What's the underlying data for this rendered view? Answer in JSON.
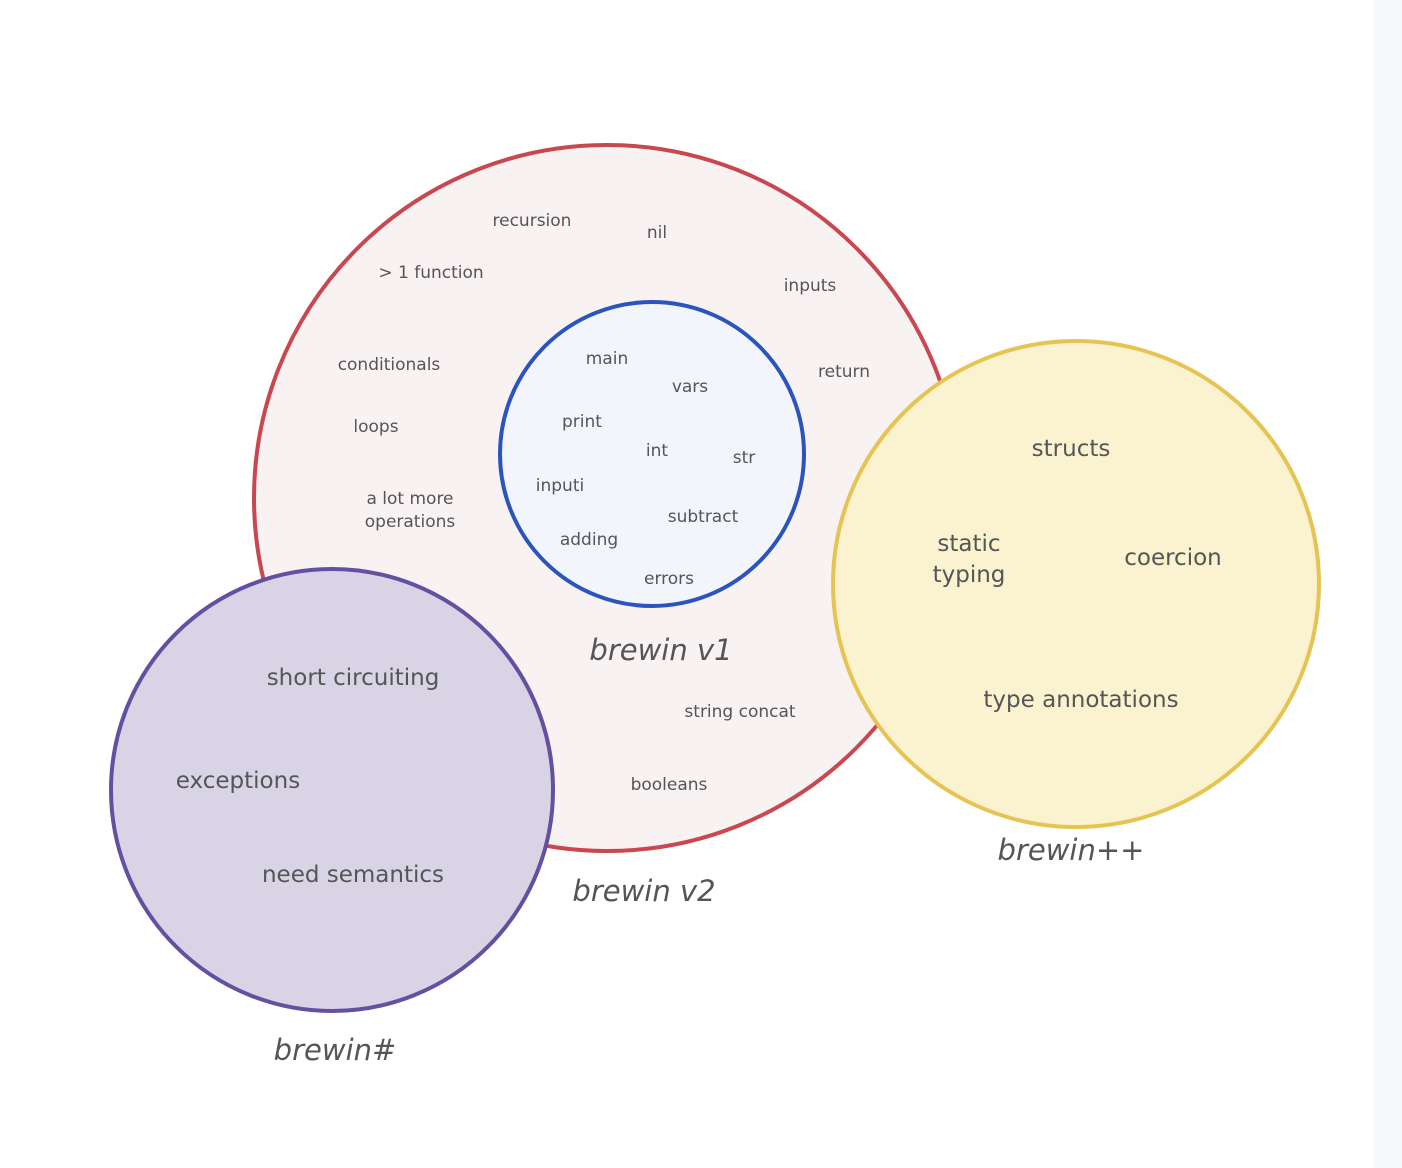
{
  "colors": {
    "v2_stroke": "#c9474f",
    "v2_fill": "#f8f2f3",
    "v1_stroke": "#2b55bd",
    "v1_fill": "#f2f6fc",
    "sharp_stroke": "#6450a0",
    "sharp_fill": "#d8d4e6",
    "pp_stroke": "#e5c453",
    "pp_fill": "#fbf2cf",
    "text": "#555555"
  },
  "sets": {
    "v1": {
      "label": "brewin v1",
      "items": [
        "main",
        "vars",
        "print",
        "int",
        "str",
        "inputi",
        "subtract",
        "adding",
        "errors"
      ]
    },
    "v2": {
      "label": "brewin v2",
      "items": [
        "recursion",
        "nil",
        "> 1 function",
        "inputs",
        "conditionals",
        "return",
        "loops",
        "a lot more",
        "operations",
        "string concat",
        "booleans"
      ]
    },
    "sharp": {
      "label": "brewin#",
      "items": [
        "short circuiting",
        "exceptions",
        "need semantics"
      ]
    },
    "plusplus": {
      "label": "brewin++",
      "items": [
        "structs",
        "static",
        "typing",
        "coercion",
        "type annotations"
      ]
    }
  }
}
